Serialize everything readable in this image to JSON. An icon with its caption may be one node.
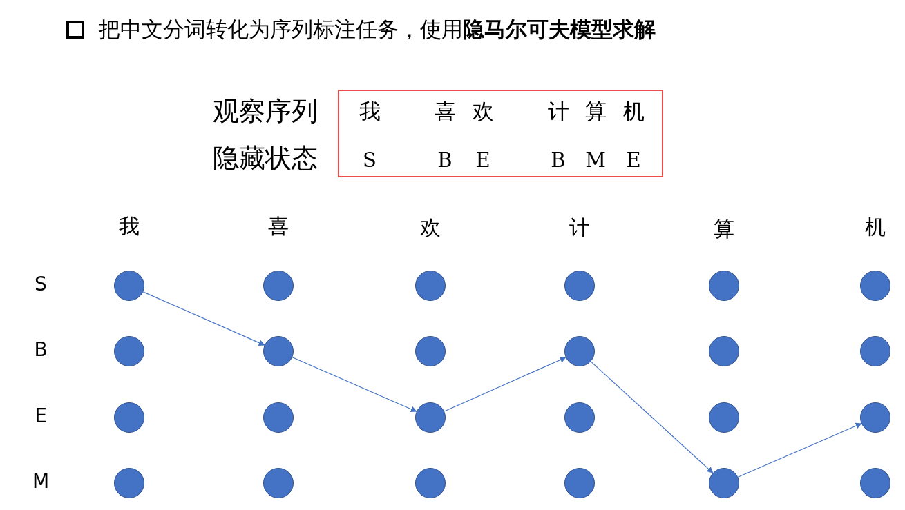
{
  "diagram": {
    "title": "把中文分词转化为序列标注任务，使用**隐马尔可夫模型求解**",
    "nodes": [
      {
        "text": [
          "我",
          "喜",
          "欢",
          "计",
          "算",
          "机",
          "S",
          "B",
          "E",
          "B",
          "M",
          "E"
        ]
      },
      {
        "text": [],
        "shape": "circle"
      },
      {
        "text": [],
        "shape": "circle"
      },
      {
        "text": [],
        "shape": "circle"
      },
      {
        "text": [],
        "shape": "circle"
      },
      {
        "text": [],
        "shape": "circle"
      },
      {
        "text": [],
        "shape": "circle"
      },
      {
        "text": [],
        "shape": "circle"
      },
      {
        "text": [],
        "shape": "circle"
      },
      {
        "text": [],
        "shape": "circle"
      },
      {
        "text": [],
        "shape": "circle"
      },
      {
        "text": [],
        "shape": "circle"
      },
      {
        "text": [],
        "shape": "circle"
      },
      {
        "text": [],
        "shape": "circle"
      },
      {
        "text": [],
        "shape": "circle"
      },
      {
        "text": [],
        "shape": "circle"
      },
      {
        "text": [],
        "shape": "circle"
      },
      {
        "text": [],
        "shape": "circle"
      },
      {
        "text": [],
        "shape": "circle"
      },
      {
        "text": [],
        "shape": "circle"
      },
      {
        "text": [],
        "shape": "circle"
      },
      {
        "text": [],
        "shape": "circle"
      },
      {
        "text": [],
        "shape": "circle"
      },
      {
        "text": [],
        "shape": "circle"
      },
      {
        "text": [],
        "shape": "circle"
      }
    ],
    "edges": [
      {
        "from": 1,
        "to": 8,
        "arrow": "to"
      },
      {
        "from": 8,
        "to": 15,
        "arrow": "to"
      },
      {
        "from": 15,
        "to": 10,
        "arrow": "to"
      },
      {
        "from": 10,
        "to": 23,
        "arrow": "to"
      },
      {
        "from": 23,
        "to": 18,
        "arrow": "to"
      }
    ],
    "labels": [
      "观察序列",
      "隐藏状态",
      "我",
      "喜",
      "欢",
      "计",
      "算",
      "机",
      "S",
      "B",
      "E",
      "M"
    ]
  }
}
